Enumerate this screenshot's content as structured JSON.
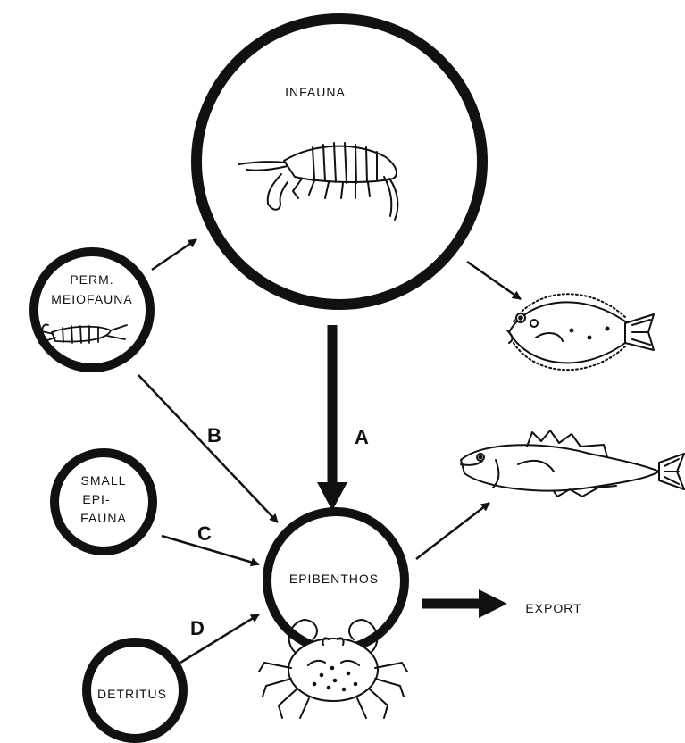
{
  "nodes": {
    "infauna": "INFAUNA",
    "perm_meiofauna_line1": "PERM.",
    "perm_meiofauna_line2": "MEIOFAUNA",
    "small_epifauna_line1": "SMALL",
    "small_epifauna_line2": "EPI-",
    "small_epifauna_line3": "FAUNA",
    "epibenthos": "EPIBENTHOS",
    "detritus": "DETRITUS",
    "export": "EXPORT"
  },
  "edges": {
    "a": "A",
    "b": "B",
    "c": "C",
    "d": "D"
  }
}
